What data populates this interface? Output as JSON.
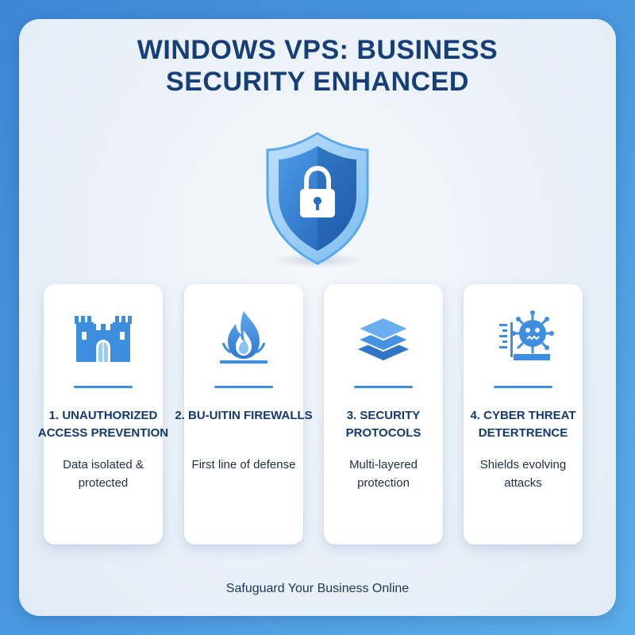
{
  "title": {
    "line1": "WINDOWS VPS: BUSINESS",
    "line2": "SECURITY ENHANCED"
  },
  "hero_icon": "shield-lock-icon",
  "cards": [
    {
      "icon": "castle-icon",
      "title": "1. UNAUTHORIZED ACCESS PREVENTION",
      "description": "Data isolated & protected"
    },
    {
      "icon": "flame-icon",
      "title": "2. BU-UITIN FIREWALLS",
      "description": "First line of defense"
    },
    {
      "icon": "layers-icon",
      "title": "3. SECURITY PROTOCOLS",
      "description": "Multi-layered protection"
    },
    {
      "icon": "virus-barrier-icon",
      "title": "4. CYBER THREAT DETERTRENCE",
      "description": "Shields evolving attacks"
    }
  ],
  "footer": "Safuguard Your Business Online",
  "colors": {
    "accent": "#3d8ddb",
    "title": "#173f77",
    "background": "#4a98e0",
    "panel": "#eef4fa"
  }
}
